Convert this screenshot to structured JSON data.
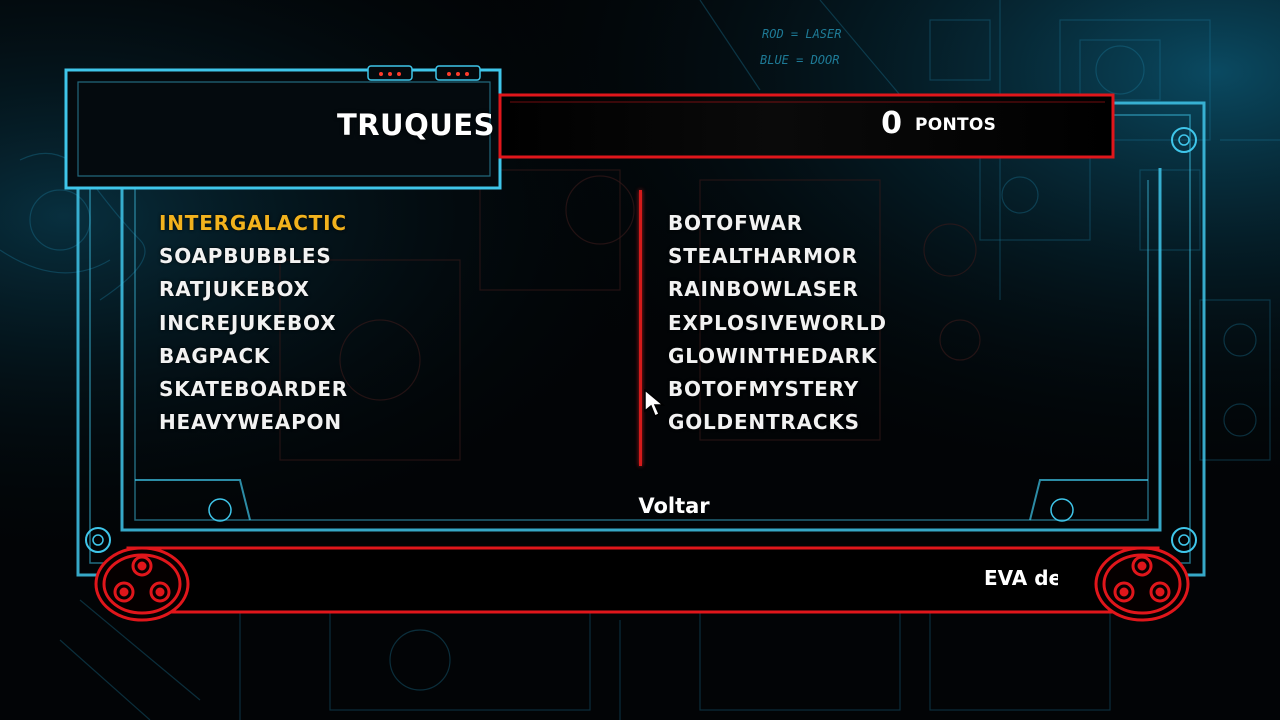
{
  "header": {
    "title": "TRUQUES",
    "score_value": "0",
    "score_label": "PONTOS"
  },
  "cheats": {
    "left": [
      "INTERGALACTIC",
      "SOAPBUBBLES",
      "RATJUKEBOX",
      "INCREJUKEBOX",
      "BAGPACK",
      "SKATEBOARDER",
      "HEAVYWEAPON"
    ],
    "right": [
      "BOTOFWAR",
      "STEALTHARMOR",
      "RAINBOWLASER",
      "EXPLOSIVEWORLD",
      "GLOWINTHEDARK",
      "BOTOFMYSTERY",
      "GOLDENTRACKS"
    ],
    "selected": "INTERGALACTIC"
  },
  "back_label": "Voltar",
  "ticker": {
    "text": "EVA de"
  },
  "background_annotations": [
    "ROD = LASER",
    "BLUE = DOOR"
  ],
  "colors": {
    "accent_red": "#e0161b",
    "frame_cyan": "#3fc6ea",
    "selected_gold": "#f2b21d",
    "text_white": "#ffffff"
  },
  "icons": [
    "mouse-pointer-icon",
    "triple-circle-emblem-icon"
  ]
}
